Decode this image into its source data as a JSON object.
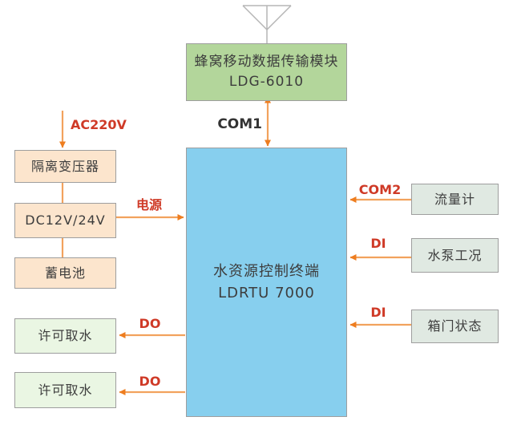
{
  "nodes": {
    "comm_module": {
      "line1": "蜂窝移动数据传输模块",
      "line2": "LDG-6010"
    },
    "terminal": {
      "line1": "水资源控制终端",
      "line2": "LDRTU 7000"
    },
    "isolation_transformer": {
      "label": "隔离变压器"
    },
    "dc_supply": {
      "label": "DC12V/24V"
    },
    "battery": {
      "label": "蓄电池"
    },
    "permit_water_1": {
      "label": "许可取水"
    },
    "permit_water_2": {
      "label": "许可取水"
    },
    "flow_meter": {
      "label": "流量计"
    },
    "pump_status": {
      "label": "水泵工况"
    },
    "door_status": {
      "label": "箱门状态"
    }
  },
  "edge_labels": {
    "ac220v": "AC220V",
    "power": "电源",
    "com1": "COM1",
    "com2": "COM2",
    "di1": "DI",
    "di2": "DI",
    "do1": "DO",
    "do2": "DO"
  },
  "icons": {
    "antenna": "antenna-icon"
  },
  "colors": {
    "module_green": "#b3d69b",
    "terminal_blue": "#87cfee",
    "power_peach": "#fce5cd",
    "output_pale_green": "#eaf6e3",
    "input_pale_gray": "#e0e9e2",
    "arrow_line": "#f2a25d",
    "arrow_head": "#ee7d1f",
    "label_red": "#cf3a27",
    "label_dark": "#333333",
    "box_border": "#9e9e9e",
    "box_text": "#3d3d3d",
    "antenna_gray": "#b5b5b5"
  }
}
